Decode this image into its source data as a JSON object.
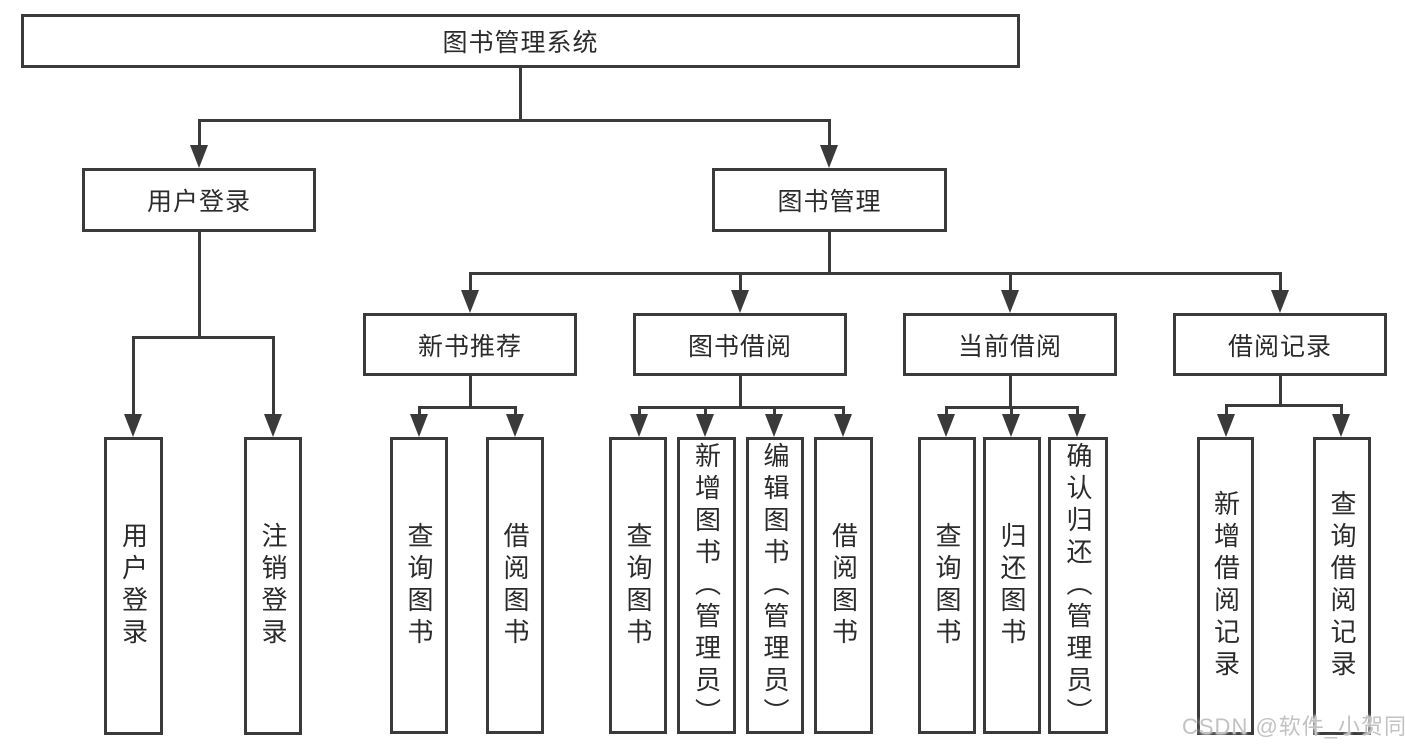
{
  "tree": {
    "root": "图书管理系统",
    "branches": [
      {
        "label": "用户登录",
        "children": [
          "用户登录",
          "注销登录"
        ]
      },
      {
        "label": "图书管理",
        "children": [
          {
            "label": "新书推荐",
            "children": [
              "查询图书",
              "借阅图书"
            ]
          },
          {
            "label": "图书借阅",
            "children": [
              "查询图书",
              "新增图书（管理员）",
              "编辑图书（管理员）",
              "借阅图书"
            ]
          },
          {
            "label": "当前借阅",
            "children": [
              "查询图书",
              "归还图书",
              "确认归还（管理员）"
            ]
          },
          {
            "label": "借阅记录",
            "children": [
              "新增借阅记录",
              "查询借阅记录"
            ]
          }
        ]
      }
    ]
  },
  "watermark": "CSDN @软件_小贺同学",
  "colors": {
    "line": "#3a3a3a",
    "text": "#2b2b2b",
    "background": "#ffffff",
    "watermark": "#c2c2c2"
  }
}
